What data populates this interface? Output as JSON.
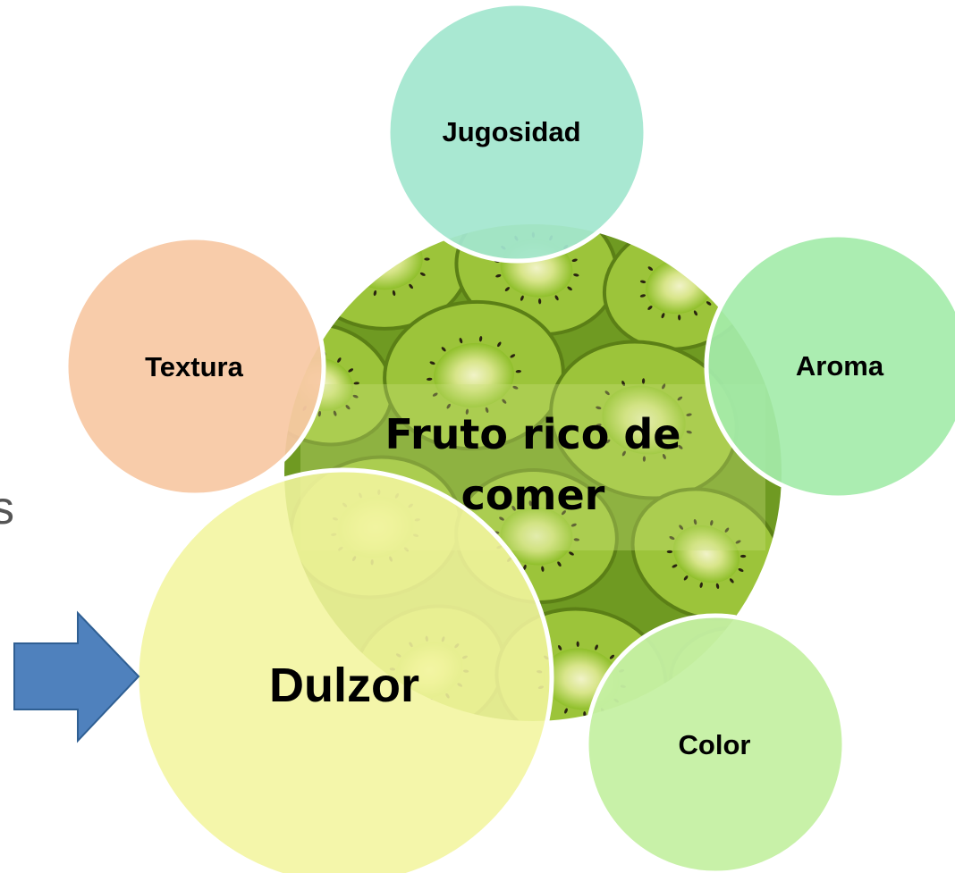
{
  "center": {
    "label": "Fruto rico de comer",
    "line1": "Fruto rico de",
    "line2": "comer"
  },
  "satellites": {
    "jugosidad": {
      "label": "Jugosidad",
      "color": "#a3e6cf"
    },
    "aroma": {
      "label": "Aroma",
      "color": "#a4ecaa"
    },
    "color": {
      "label": "Color",
      "color": "#c5f0a3"
    },
    "textura": {
      "label": "Textura",
      "color": "#f8c8a4"
    },
    "dulzor": {
      "label": "Dulzor",
      "color": "#f2f59e"
    }
  },
  "arrow": {
    "color": "#4f81bd",
    "icon": "arrow-right-icon"
  },
  "left_edge_text": "s"
}
